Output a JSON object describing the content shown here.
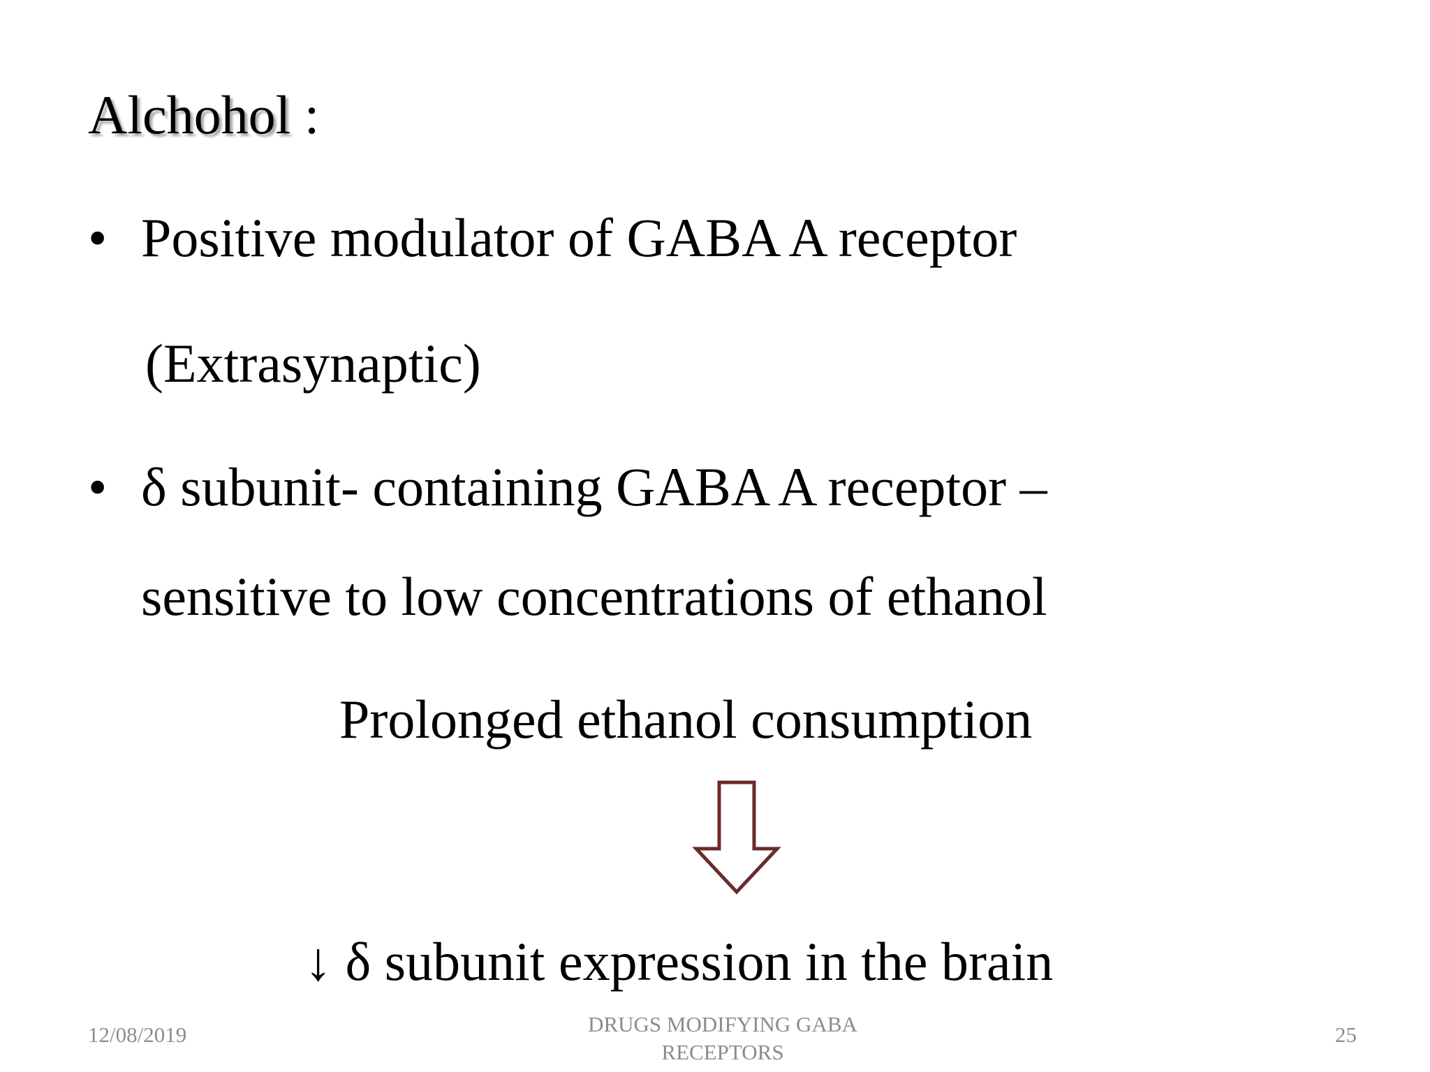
{
  "title": {
    "word": "Alchohol",
    "suffix": " :"
  },
  "bullets": {
    "bullet_char": "•",
    "item1_line1": "Positive modulator of GABA A receptor",
    "item1_line2": "(Extrasynaptic)",
    "item2_line1": "δ subunit- containing GABA A receptor –",
    "item2_line2": "sensitive to low concentrations of ethanol"
  },
  "flow": {
    "cause": "Prolonged ethanol consumption",
    "arrow_icon": "hollow-down-arrow-icon",
    "effect": "↓ δ subunit expression in the brain"
  },
  "footer": {
    "date": "12/08/2019",
    "title_line1": "DRUGS MODIFYING GABA",
    "title_line2": "RECEPTORS",
    "page_number": "25"
  },
  "colors": {
    "arrow_stroke": "#6b2a2a",
    "footer_text": "#8c8c8c"
  }
}
